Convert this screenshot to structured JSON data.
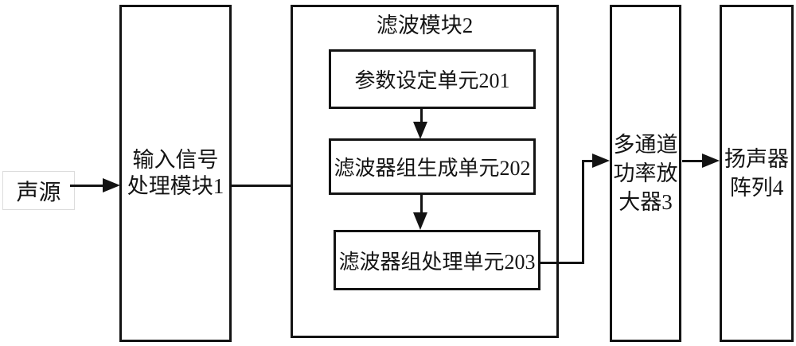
{
  "diagram": {
    "source": {
      "label": "声源"
    },
    "input_module": {
      "lines": [
        "输入信号",
        "处理模块1"
      ]
    },
    "filter_module": {
      "title": "滤波模块2",
      "param_unit": {
        "label": "参数设定单元201"
      },
      "filterbank_gen_unit": {
        "label": "滤波器组生成单元202"
      },
      "filterbank_proc_unit": {
        "label": "滤波器组处理单元203"
      }
    },
    "amplifier": {
      "lines": [
        "多通道",
        "功率放",
        "大器3"
      ]
    },
    "speaker_array": {
      "lines": [
        "扬声器",
        "阵列4"
      ]
    },
    "colors": {
      "line": "#131313",
      "background": "#ffffff"
    }
  }
}
